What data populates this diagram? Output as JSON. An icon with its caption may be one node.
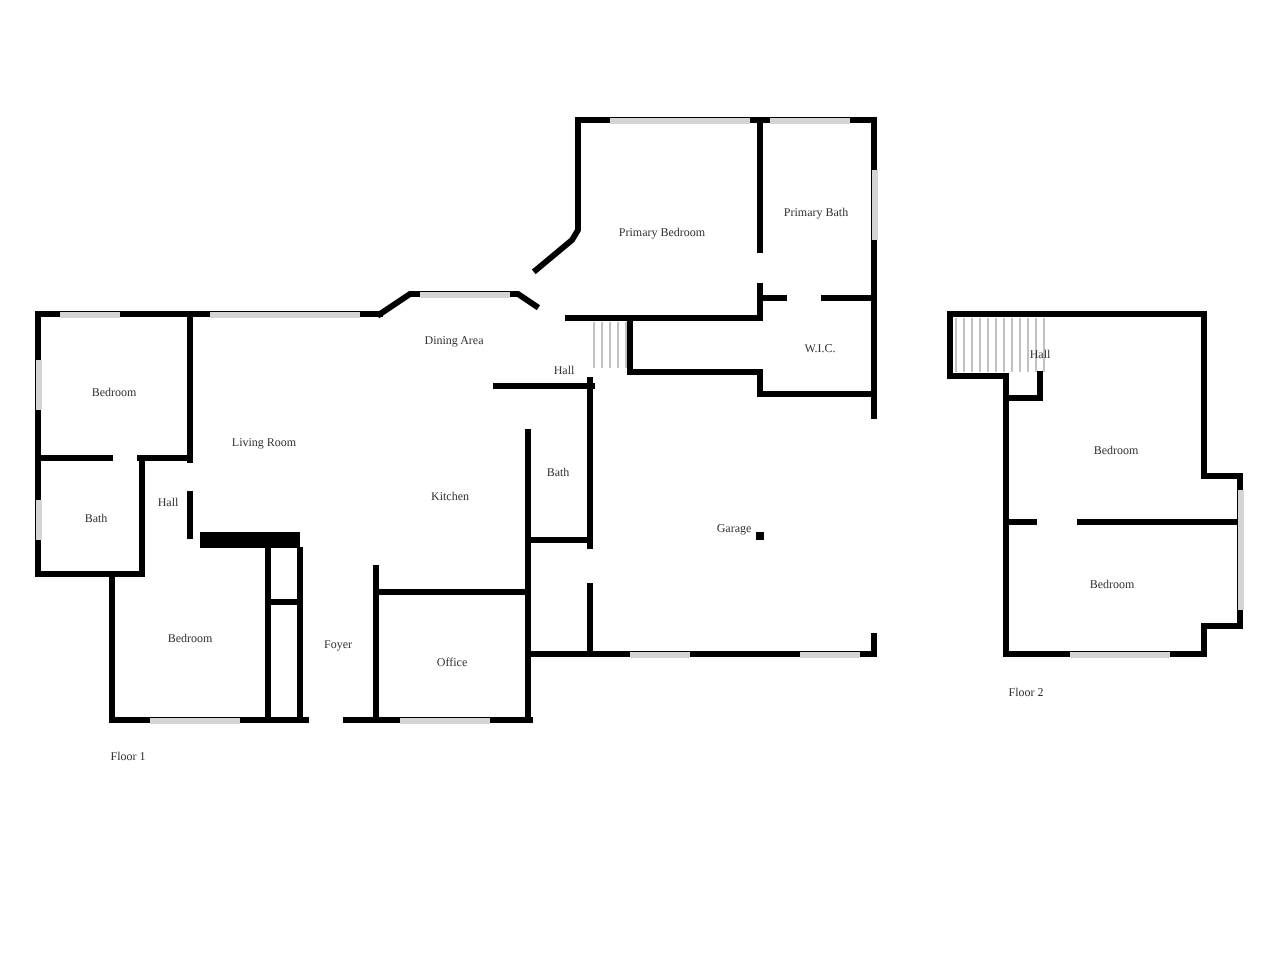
{
  "diagram": {
    "labels": [
      "Primary Bedroom",
      "Primary Bath",
      "Dining Area",
      "Hall",
      "W.I.C.",
      "Hall",
      "Bedroom",
      "Living Room",
      "Bedroom",
      "Kitchen",
      "Bath",
      "Hall",
      "Bath",
      "Garage",
      "Bedroom",
      "Bedroom",
      "Foyer",
      "Office",
      "Floor 2",
      "Floor 1"
    ]
  }
}
